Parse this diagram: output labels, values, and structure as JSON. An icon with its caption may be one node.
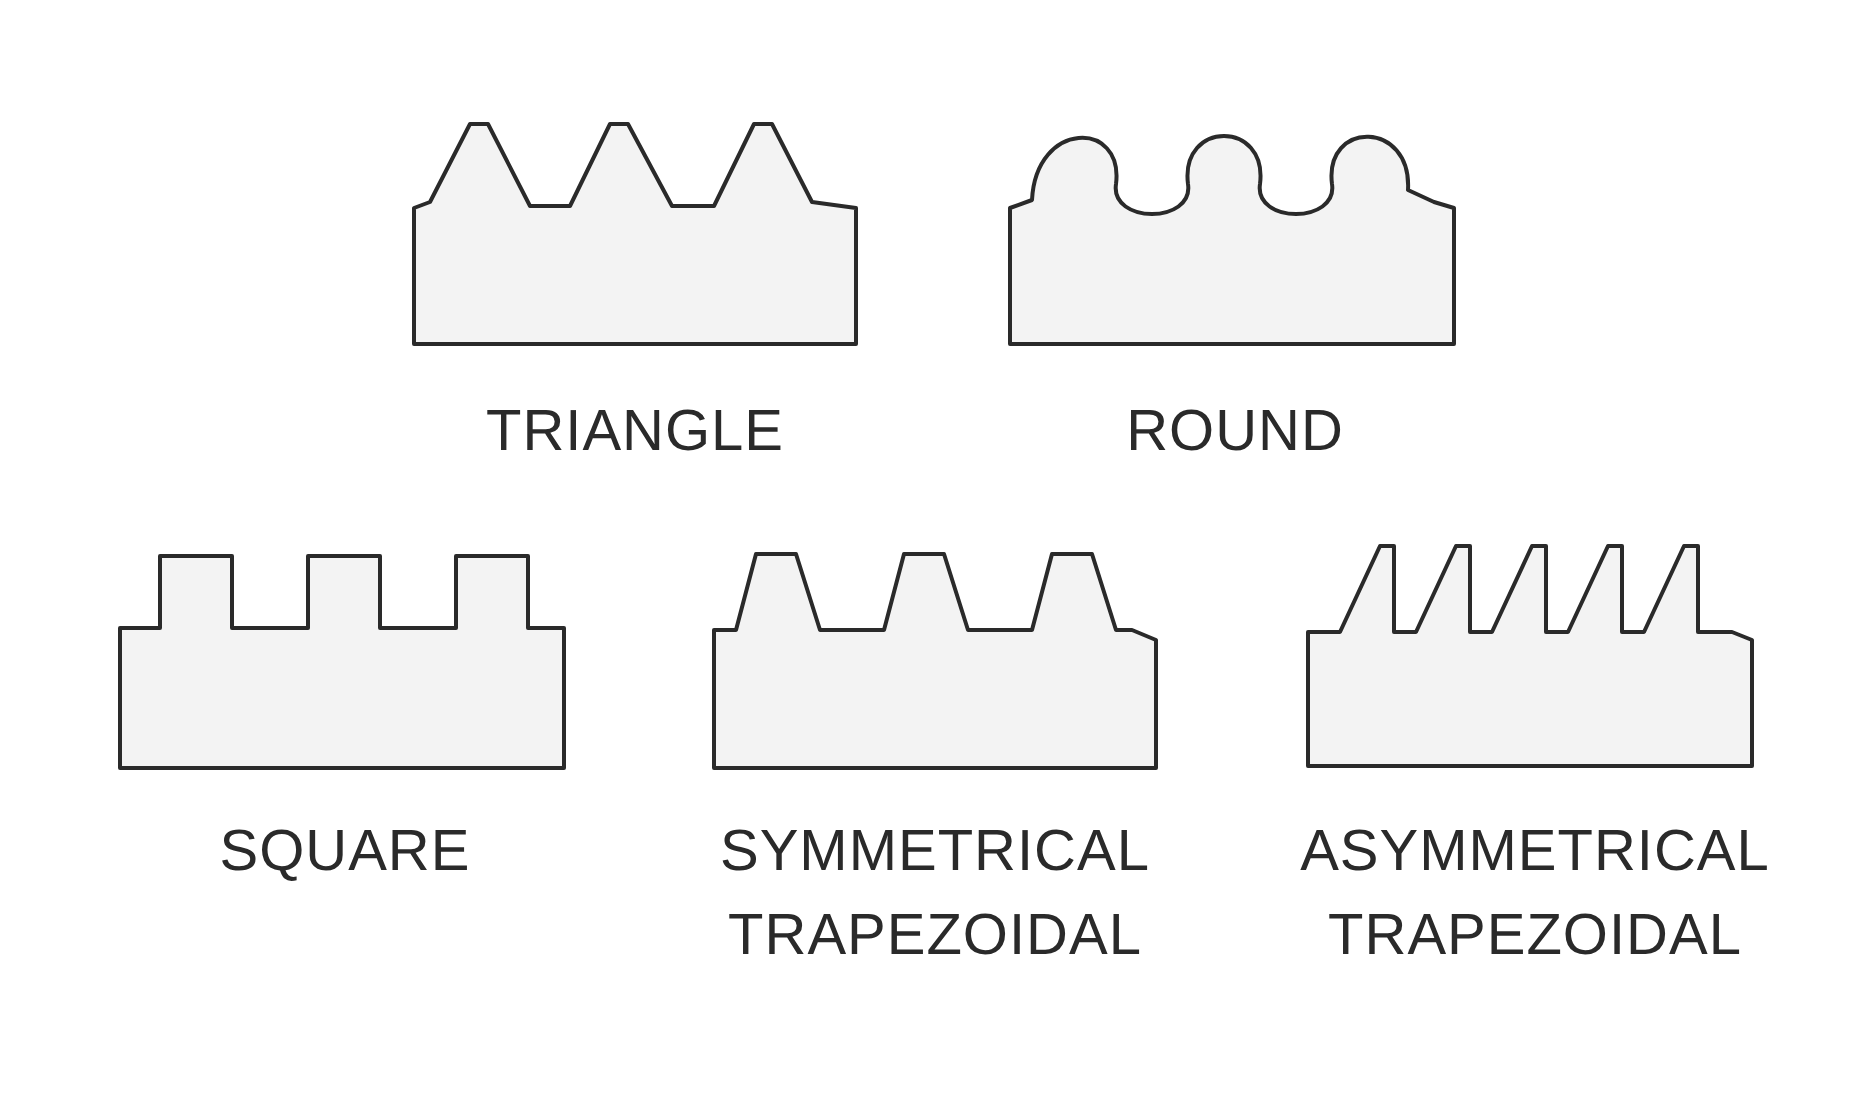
{
  "diagram": {
    "nodes": [
      {
        "text": [
          "TRIANGLE"
        ]
      },
      {
        "text": [
          "ROUND"
        ]
      },
      {
        "text": [
          "SQUARE"
        ]
      },
      {
        "text": [
          "SYMMETRICAL TRAPEZOIDAL"
        ]
      },
      {
        "text": [
          "ASYMMETRICAL TRAPEZOIDAL"
        ]
      }
    ]
  }
}
